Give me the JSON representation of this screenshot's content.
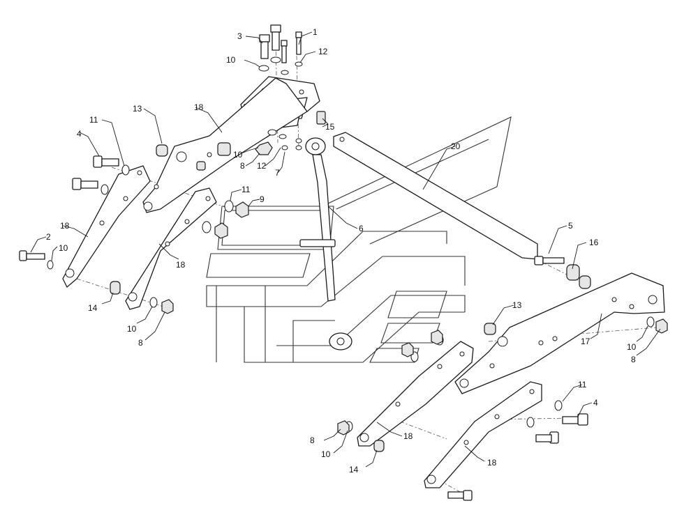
{
  "diagram": {
    "callouts": {
      "c1": "1",
      "c2": "2",
      "c3": "3",
      "c4a": "4",
      "c4b": "4",
      "c5": "5",
      "c6": "6",
      "c7": "7",
      "c8a": "8",
      "c8b": "8",
      "c8c": "8",
      "c8d": "8",
      "c9": "9",
      "c10a": "10",
      "c10b": "10",
      "c10c": "10",
      "c10d": "10",
      "c10e": "10",
      "c10f": "10",
      "c11a": "11",
      "c11b": "11",
      "c11c": "11",
      "c12a": "12",
      "c12b": "12",
      "c13a": "13",
      "c13b": "13",
      "c14a": "14",
      "c14b": "14",
      "c15": "15",
      "c16": "16",
      "c17": "17",
      "c18a": "18",
      "c18b": "18",
      "c18c": "18",
      "c18d": "18",
      "c18e": "18",
      "c20": "20"
    }
  }
}
